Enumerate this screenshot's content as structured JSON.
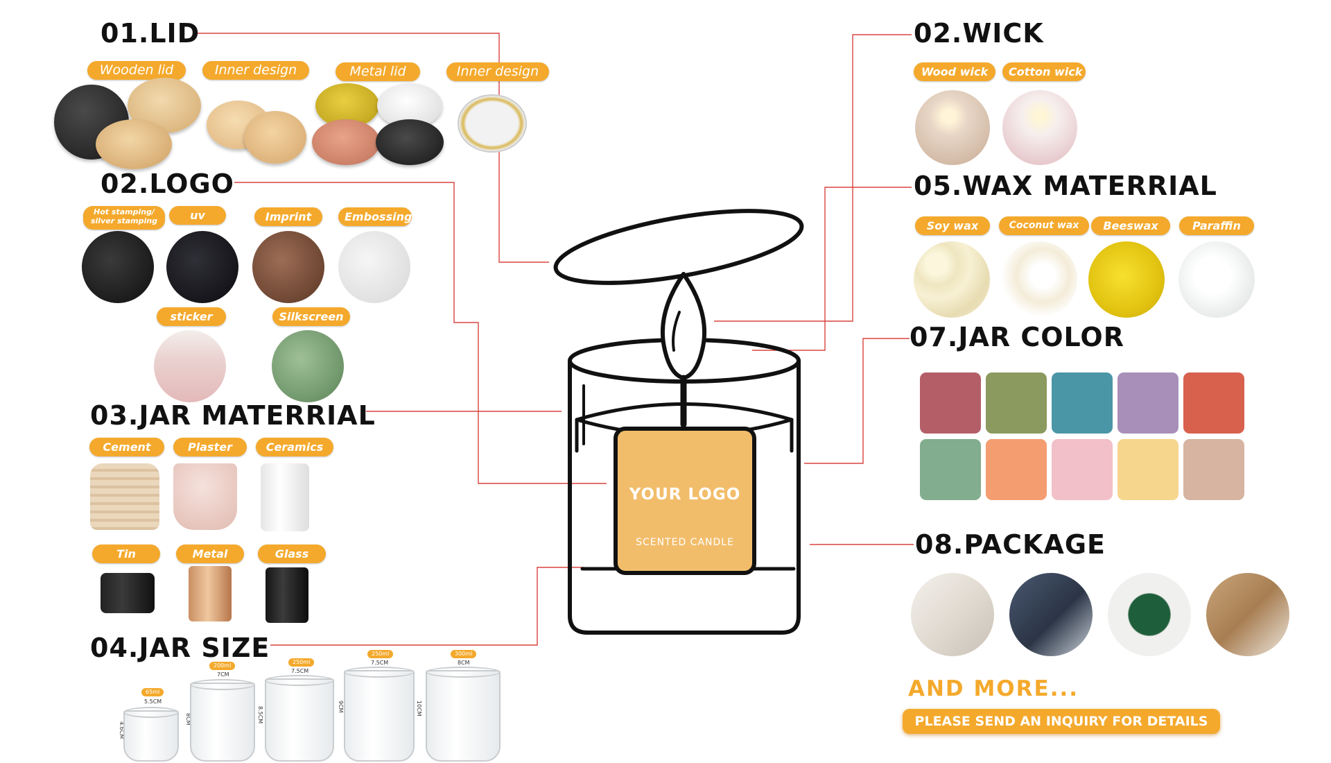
{
  "sections": {
    "lid": {
      "title": "01.LID",
      "options": [
        "Wooden lid",
        "Inner design",
        "Metal lid",
        "Inner design"
      ]
    },
    "logo": {
      "title": "02.LOGO",
      "options": [
        "Hot stamping/ silver stamping",
        "uv",
        "Imprint",
        "Embossing",
        "sticker",
        "Silkscreen"
      ]
    },
    "jar_material": {
      "title": "03.JAR MATERRIAL",
      "options": [
        "Cement",
        "Plaster",
        "Ceramics",
        "Tin",
        "Metal",
        "Glass"
      ]
    },
    "jar_size": {
      "title": "04.JAR SIZE",
      "sizes": [
        {
          "volume": "65ml",
          "width": "5.5CM",
          "height": "4.6CM"
        },
        {
          "volume": "200ml",
          "width": "7CM",
          "height": "8CM"
        },
        {
          "volume": "250ml",
          "width": "7.5CM",
          "height": "8.5CM"
        },
        {
          "volume": "250ml",
          "width": "7.5CM",
          "height": "9CM"
        },
        {
          "volume": "300ml",
          "width": "8CM",
          "height": "10CM"
        }
      ]
    },
    "wick": {
      "title": "02.WICK",
      "options": [
        "Wood wick",
        "Cotton wick"
      ]
    },
    "wax_material": {
      "title": "05.WAX MATERRIAL",
      "options": [
        "Soy wax",
        "Coconut wax",
        "Beeswax",
        "Paraffin"
      ]
    },
    "jar_color": {
      "title": "07.JAR COLOR",
      "colors": [
        "#b45f68",
        "#8b9a5e",
        "#4b96a6",
        "#a88fb9",
        "#d8614e",
        "#82ad8e",
        "#f39d70",
        "#f2c0c8",
        "#f6d58d",
        "#d6b4a1"
      ]
    },
    "package": {
      "title": "08.PACKAGE"
    }
  },
  "candle": {
    "label_main": "YOUR LOGO",
    "label_sub": "SCENTED CANDLE",
    "label_color": "#f2bd6b"
  },
  "footer": {
    "more": "AND MORE...",
    "inquiry": "PLEASE SEND AN INQUIRY FOR DETAILS"
  },
  "colors": {
    "accent": "#f4a92c",
    "line": "#d9433e",
    "title_text": "#111111"
  }
}
